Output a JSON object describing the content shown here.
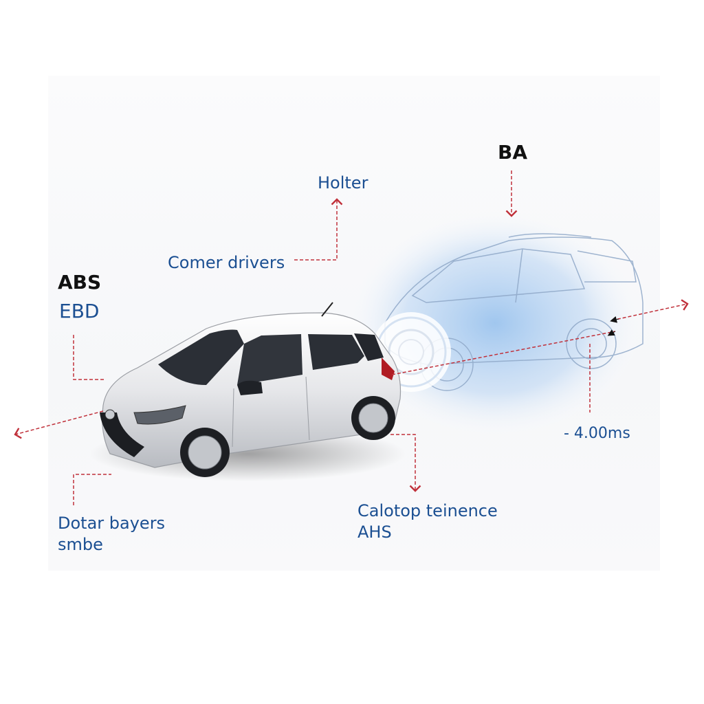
{
  "diagram": {
    "subject": "Compact hatchback with braking-assist systems",
    "labels": {
      "abs": "ABS",
      "ebd": "EBD",
      "holter": "Holter",
      "corner_drivers": "Comer drivers",
      "ba": "BA",
      "timing": "- 4.00ms",
      "calotop_line1": "Calotop teinence",
      "calotop_line2": "AHS",
      "dotar_line1": "Dotar bayers",
      "dotar_line2": "smbe"
    },
    "colors": {
      "label_blue": "#1b4f92",
      "label_dark": "#111111",
      "arrow_red": "#c0303a",
      "glow_blue": "#9cc4ee",
      "ghost_car_line": "#8fa8c8",
      "car_body": "#e8e9ec"
    }
  }
}
